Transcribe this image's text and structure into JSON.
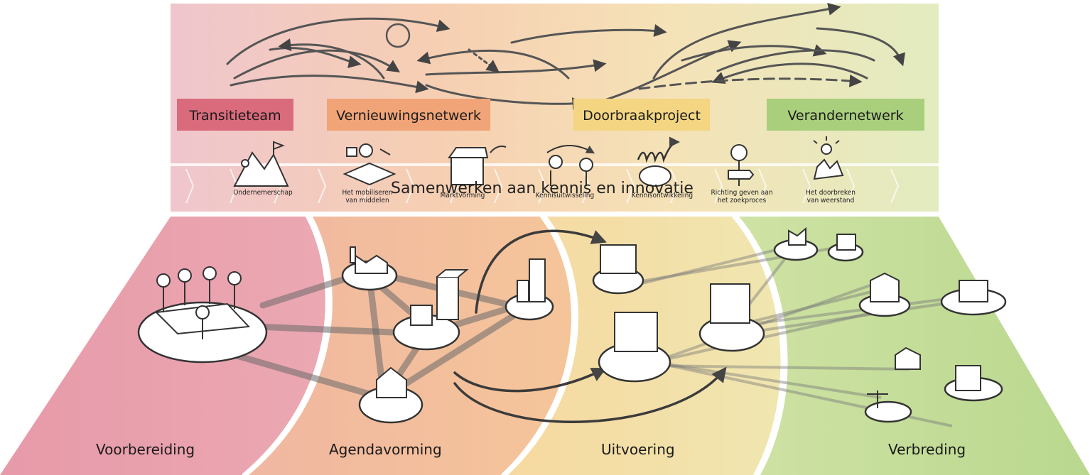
{
  "banner": {
    "roles": [
      {
        "label": "Transitieteam",
        "color": "#d96b7c"
      },
      {
        "label": "Vernieuwingsnetwerk",
        "color": "#f0a477"
      },
      {
        "label": "Doorbraakproject",
        "color": "#f3d582"
      },
      {
        "label": "Verandernetwerk",
        "color": "#a9cf7d"
      }
    ],
    "center_title": "Samenwerken aan kennis en innovatie",
    "functions": [
      "Ondernemerschap",
      "Het mobiliseren van middelen",
      "Marktvorming",
      "Kennisuitwisseling",
      "Kennisontwikkeling",
      "Richting geven aan het zoekproces",
      "Het doorbreken van weerstand"
    ]
  },
  "phases": [
    {
      "label": "Voorbereiding",
      "color": "#e7a0ad"
    },
    {
      "label": "Agendavorming",
      "color": "#f3b88e"
    },
    {
      "label": "Uitvoering",
      "color": "#f3dd9a"
    },
    {
      "label": "Verbreding",
      "color": "#c3dc98"
    }
  ],
  "colors": {
    "banner_left": "#efc5cc",
    "banner_mid": "#f6d4b5",
    "banner_right": "#e3ecc0",
    "ink": "#3a3a3a"
  }
}
